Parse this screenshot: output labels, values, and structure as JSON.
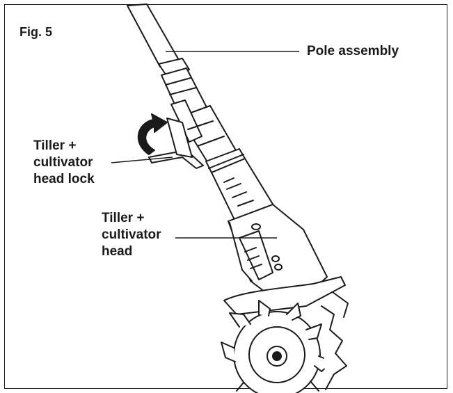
{
  "figure": {
    "title": "Fig. 5",
    "labels": {
      "pole_assembly": "Pole assembly",
      "head_lock": [
        "Tiller +",
        "cultivator",
        "head lock"
      ],
      "head": [
        "Tiller +",
        "cultivator",
        "head"
      ]
    }
  },
  "colors": {
    "line": "#1a1a1a",
    "background": "#ffffff"
  }
}
